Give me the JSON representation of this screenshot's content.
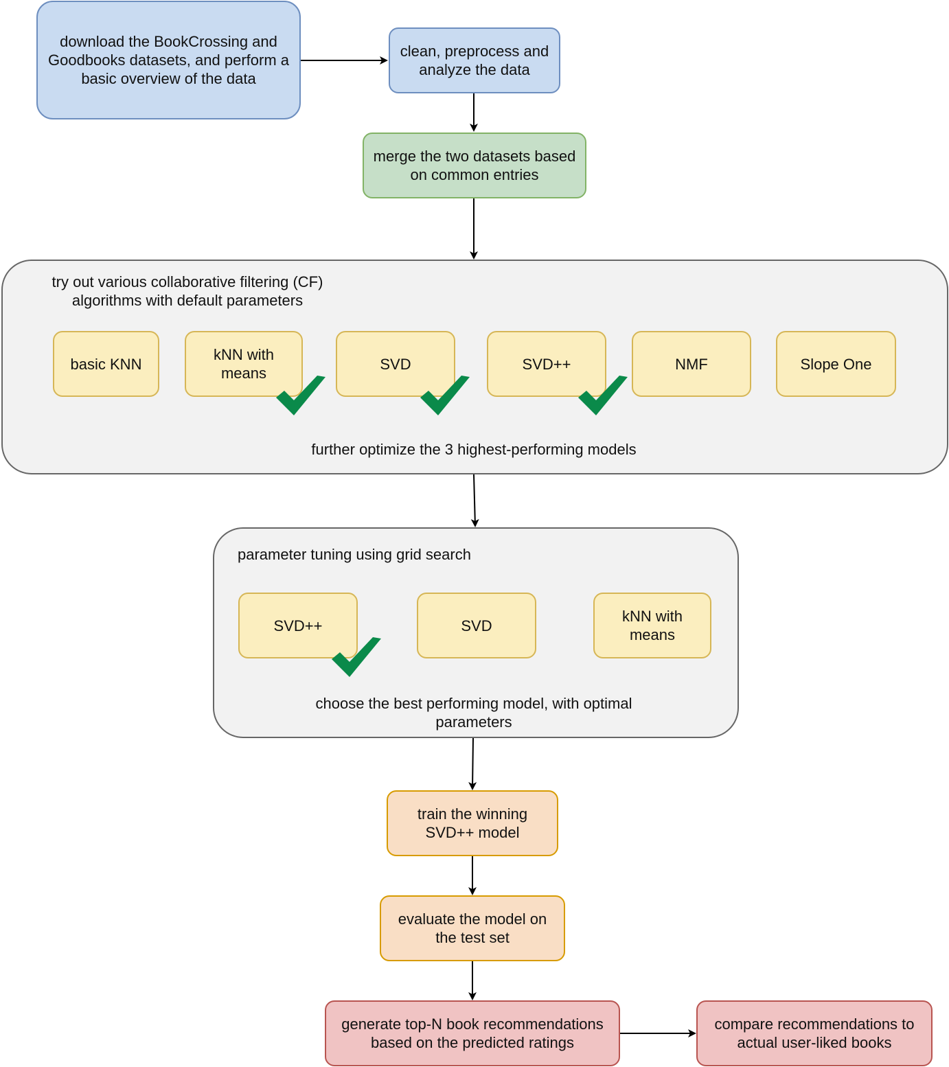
{
  "steps": {
    "download": "download the BookCrossing and Goodbooks datasets, and perform a basic overview of the data",
    "clean": "clean, preprocess and analyze the data",
    "merge": "merge the two datasets based on common entries",
    "train": "train the winning SVD++ model",
    "evaluate": "evaluate the model on the test set",
    "generate": "generate top-N book recommendations based on the predicted ratings",
    "compare": "compare recommendations to actual user-liked books"
  },
  "cf_group": {
    "title": "try out various collaborative filtering (CF) algorithms with default parameters",
    "footer": "further optimize the 3 highest-performing models",
    "models": [
      {
        "label": "basic KNN",
        "selected": false
      },
      {
        "label": "kNN with means",
        "selected": true
      },
      {
        "label": "SVD",
        "selected": true
      },
      {
        "label": "SVD++",
        "selected": true
      },
      {
        "label": "NMF",
        "selected": false
      },
      {
        "label": "Slope One",
        "selected": false
      }
    ]
  },
  "tuning_group": {
    "title": "parameter tuning using grid search",
    "footer": "choose the best performing model, with optimal parameters",
    "models": [
      {
        "label": "SVD++",
        "selected": true
      },
      {
        "label": "SVD",
        "selected": false
      },
      {
        "label": "kNN with means",
        "selected": false
      }
    ]
  },
  "colors": {
    "check": "#0a8a4a",
    "arrow": "#000000"
  }
}
